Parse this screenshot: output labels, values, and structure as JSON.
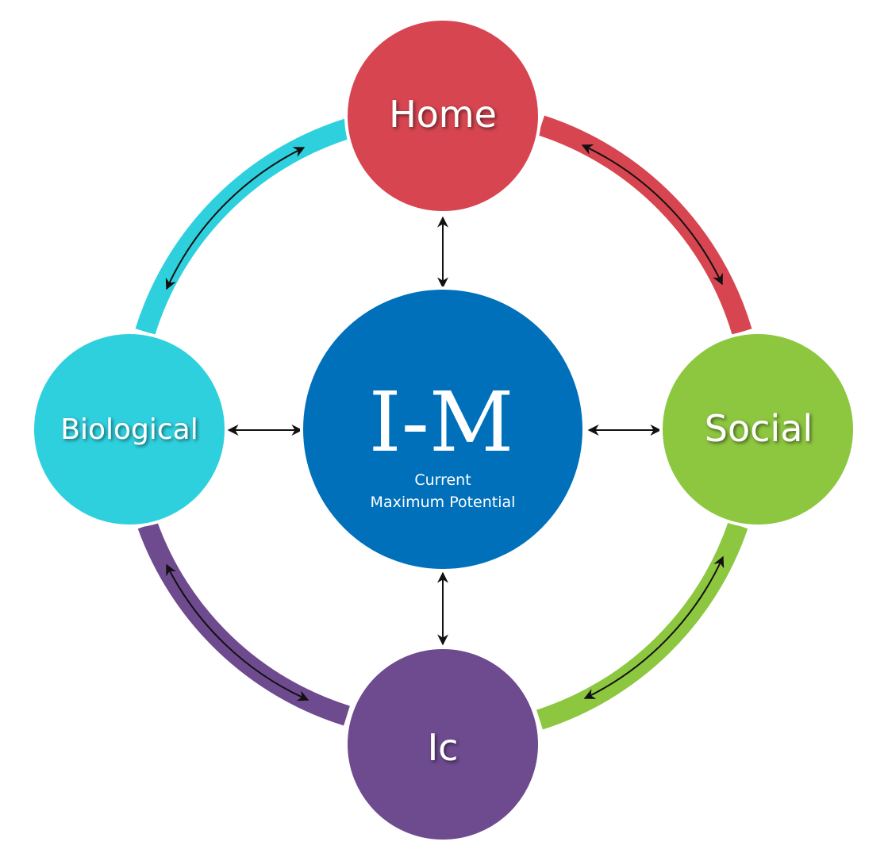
{
  "center": {
    "title": "I-M",
    "subtitle_line1": "Current",
    "subtitle_line2": "Maximum Potential",
    "color": "#0070BB"
  },
  "nodes": {
    "home": {
      "label": "Home",
      "color": "#D64550"
    },
    "social": {
      "label": "Social",
      "color": "#8DC63F"
    },
    "ic": {
      "label": "Ic",
      "color": "#6E4A8E"
    },
    "biological": {
      "label": "Biological",
      "color": "#2ED0DE"
    }
  },
  "arcs": {
    "home_social": {
      "color": "#D64550"
    },
    "social_ic": {
      "color": "#8DC63F"
    },
    "ic_biological": {
      "color": "#6E4A8E"
    },
    "biological_home": {
      "color": "#2ED0DE"
    }
  },
  "arrow_color": "#111111"
}
